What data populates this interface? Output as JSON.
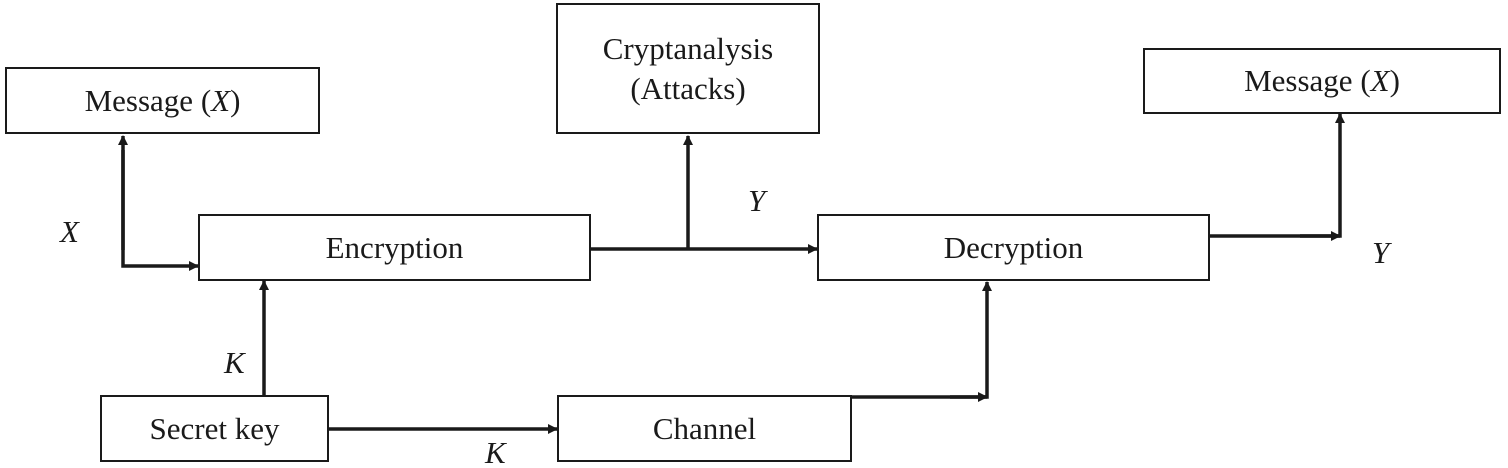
{
  "nodes": {
    "message_in": {
      "prefix": "Message (",
      "var": "X",
      "suffix": ")"
    },
    "encryption": {
      "label": "Encryption"
    },
    "cryptanalysis": {
      "line1": "Cryptanalysis",
      "line2": "(Attacks)"
    },
    "decryption": {
      "label": "Decryption"
    },
    "message_out": {
      "prefix": "Message (",
      "var": "X",
      "suffix": ")"
    },
    "secret_key": {
      "label": "Secret key"
    },
    "channel": {
      "label": "Channel"
    }
  },
  "edge_labels": {
    "x_input": "X",
    "y_cipher": "Y",
    "y_output": "Y",
    "k_key": "K",
    "k_channel": "K"
  },
  "colors": {
    "stroke": "#1a1a1a",
    "background": "#ffffff"
  }
}
